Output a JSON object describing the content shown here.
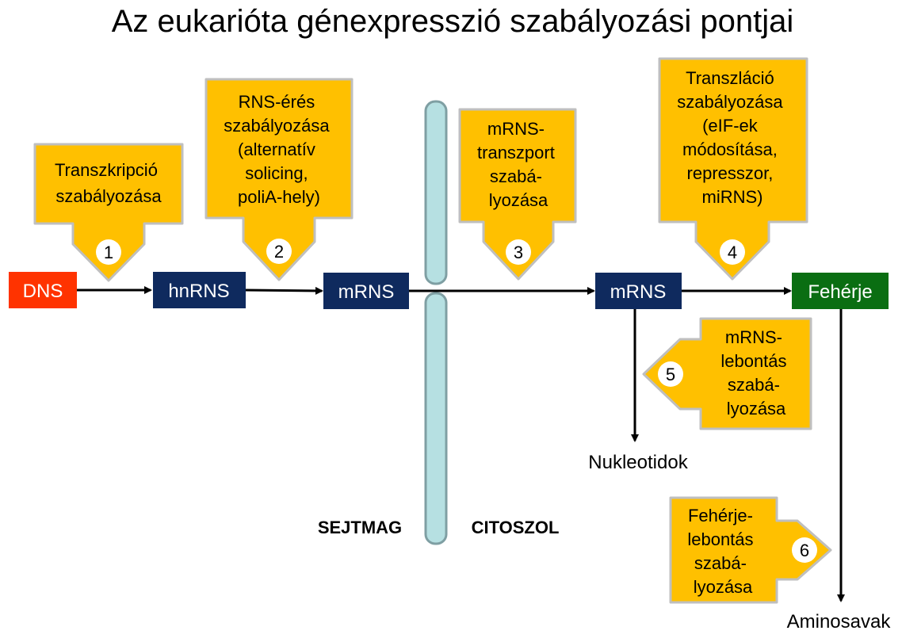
{
  "title": "Az eukarióta génexpresszió szabályozási pontjai",
  "nodes": {
    "dns": "DNS",
    "hnrns": "hnRNS",
    "mrns_nucleus": "mRNS",
    "mrns_cytosol": "mRNS",
    "protein": "Fehérje"
  },
  "callouts": {
    "c1": {
      "number": "1",
      "lines": [
        "Transzkripció",
        "szabályozása"
      ]
    },
    "c2": {
      "number": "2",
      "lines": [
        "RNS-érés",
        "szabályozása",
        "(alternatív",
        "solicing,",
        "poliA-hely)"
      ]
    },
    "c3": {
      "number": "3",
      "lines": [
        "mRNS-",
        "transzport",
        "szabá-",
        "lyozása"
      ]
    },
    "c4": {
      "number": "4",
      "lines": [
        "Transzláció",
        "szabályozása",
        "(eIF-ek",
        "módosítása,",
        "represszor,",
        "miRNS)"
      ]
    },
    "c5": {
      "number": "5",
      "lines": [
        "mRNS-",
        "lebontás",
        "szabá-",
        "lyozása"
      ]
    },
    "c6": {
      "number": "6",
      "lines": [
        "Fehérje-",
        "lebontás",
        "szabá-",
        "lyozása"
      ]
    }
  },
  "labels": {
    "nucleotides": "Nukleotidok",
    "amino_acids": "Aminosavak",
    "nucleus": "SEJTMAG",
    "cytosol": "CITOSZOL"
  },
  "colors": {
    "callout_fill": "#FFC000",
    "callout_stroke": "#BFBFBF",
    "dns": "#FF3300",
    "rna_box": "#0F2A5E",
    "protein": "#0A6E12",
    "membrane_fill": "#B6E0E2",
    "membrane_stroke": "#7F9FA3"
  }
}
